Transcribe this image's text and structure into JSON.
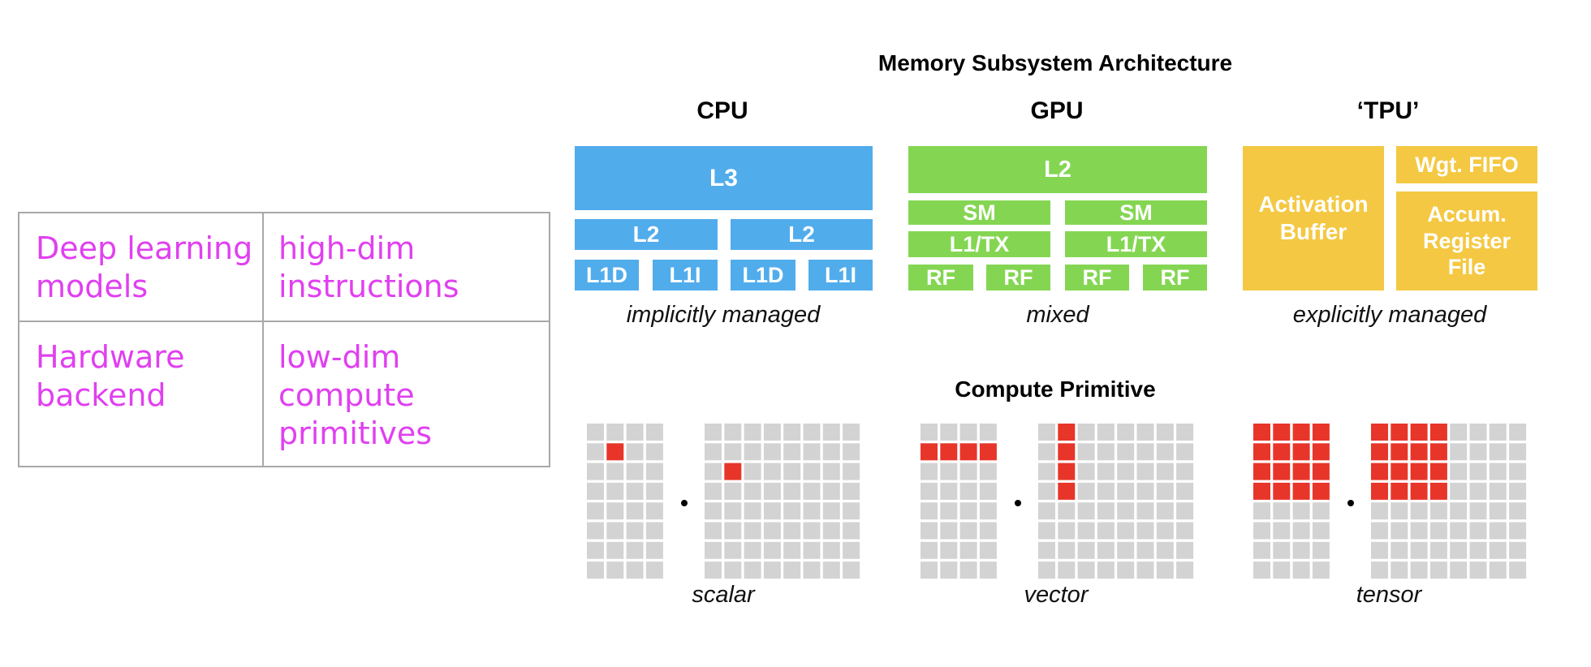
{
  "table": {
    "row1": {
      "left": "Deep learning models",
      "right": "high-dim instructions"
    },
    "row2": {
      "left": "Hardware backend",
      "right": "low-dim compute primitives"
    },
    "text_color": "#e040f0"
  },
  "memory": {
    "title": "Memory Subsystem Architecture",
    "cpu": {
      "title": "CPU",
      "l3": "L3",
      "l2_a": "L2",
      "l2_b": "L2",
      "l1d_a": "L1D",
      "l1i_a": "L1I",
      "l1d_b": "L1D",
      "l1i_b": "L1I",
      "caption": "implicitly managed",
      "color": "#51acec"
    },
    "gpu": {
      "title": "GPU",
      "l2": "L2",
      "sm_a": "SM",
      "sm_b": "SM",
      "l1tx_a": "L1/TX",
      "l1tx_b": "L1/TX",
      "rf_1": "RF",
      "rf_2": "RF",
      "rf_3": "RF",
      "rf_4": "RF",
      "caption": "mixed",
      "color": "#84d652"
    },
    "tpu": {
      "title": "‘TPU’",
      "activation_buffer": "Activation Buffer",
      "wgt_fifo": "Wgt. FIFO",
      "accum_register_file": "Accum. Register File",
      "caption": "explicitly managed",
      "color": "#f4c842"
    }
  },
  "compute": {
    "title": "Compute  Primitive",
    "captions": [
      "scalar",
      "vector",
      "tensor"
    ],
    "cell_color": "#d3d3d3",
    "highlight_color": "#e8352a",
    "grids": [
      {
        "cols": 4,
        "rows": 8,
        "highlight": [
          [
            1,
            1
          ]
        ]
      },
      {
        "cols": 8,
        "rows": 8,
        "highlight": [
          [
            1,
            2
          ]
        ]
      },
      {
        "cols": 4,
        "rows": 8,
        "highlight": [
          [
            0,
            1
          ],
          [
            1,
            1
          ],
          [
            2,
            1
          ],
          [
            3,
            1
          ]
        ]
      },
      {
        "cols": 8,
        "rows": 8,
        "highlight": [
          [
            1,
            0
          ],
          [
            1,
            1
          ],
          [
            1,
            2
          ],
          [
            1,
            3
          ]
        ]
      },
      {
        "cols": 4,
        "rows": 8,
        "highlight": [
          [
            0,
            0
          ],
          [
            1,
            0
          ],
          [
            2,
            0
          ],
          [
            3,
            0
          ],
          [
            0,
            1
          ],
          [
            1,
            1
          ],
          [
            2,
            1
          ],
          [
            3,
            1
          ],
          [
            0,
            2
          ],
          [
            1,
            2
          ],
          [
            2,
            2
          ],
          [
            3,
            2
          ],
          [
            0,
            3
          ],
          [
            1,
            3
          ],
          [
            2,
            3
          ],
          [
            3,
            3
          ]
        ]
      },
      {
        "cols": 8,
        "rows": 8,
        "highlight": [
          [
            0,
            0
          ],
          [
            1,
            0
          ],
          [
            2,
            0
          ],
          [
            3,
            0
          ],
          [
            0,
            1
          ],
          [
            1,
            1
          ],
          [
            2,
            1
          ],
          [
            3,
            1
          ],
          [
            0,
            2
          ],
          [
            1,
            2
          ],
          [
            2,
            2
          ],
          [
            3,
            2
          ],
          [
            0,
            3
          ],
          [
            1,
            3
          ],
          [
            2,
            3
          ],
          [
            3,
            3
          ]
        ]
      }
    ]
  }
}
